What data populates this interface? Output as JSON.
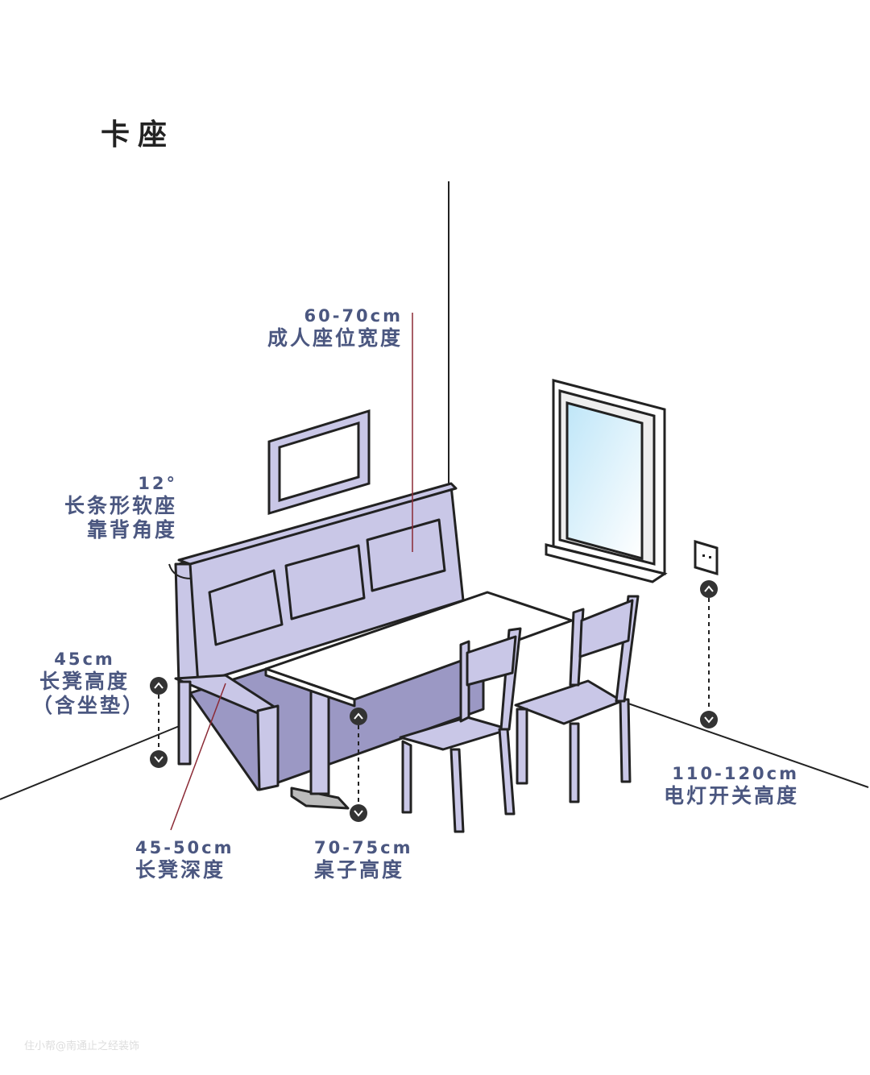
{
  "title": "卡座",
  "labels": {
    "seat_width": {
      "value": "60-70cm",
      "text": "成人座位宽度"
    },
    "back_angle": {
      "value": "12°",
      "line1": "长条形软座",
      "line2": "靠背角度"
    },
    "bench_height": {
      "value": "45cm",
      "line1": "长凳高度",
      "line2": "（含坐垫）"
    },
    "bench_depth": {
      "value": "45-50cm",
      "text": "长凳深度"
    },
    "table_height": {
      "value": "70-75cm",
      "text": "桌子高度"
    },
    "switch_height": {
      "value": "110-120cm",
      "text": "电灯开关高度"
    }
  },
  "watermark": "住小帮@南通止之经装饰",
  "colors": {
    "text": "#4b5780",
    "bench": "#c9c7e7",
    "bench_dark": "#9b98c4",
    "line": "#8b2a35"
  }
}
